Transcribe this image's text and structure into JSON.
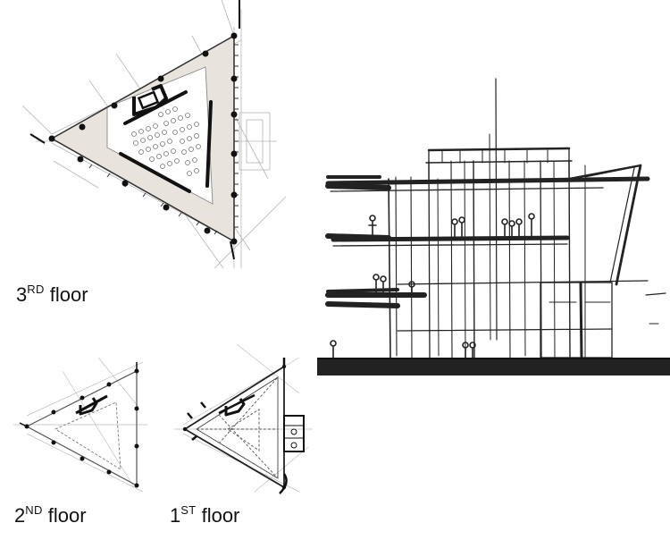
{
  "labels": {
    "third": {
      "num": "3",
      "sup": "RD",
      "rest": " floor"
    },
    "second": {
      "num": "2",
      "sup": "ND",
      "rest": " floor"
    },
    "first": {
      "num": "1",
      "sup": "ST",
      "rest": " floor"
    }
  },
  "colors": {
    "ink": "#111111",
    "thin_line": "#9a9a9a",
    "floor_fill": "#e8e3dc",
    "ground": "#222222"
  }
}
